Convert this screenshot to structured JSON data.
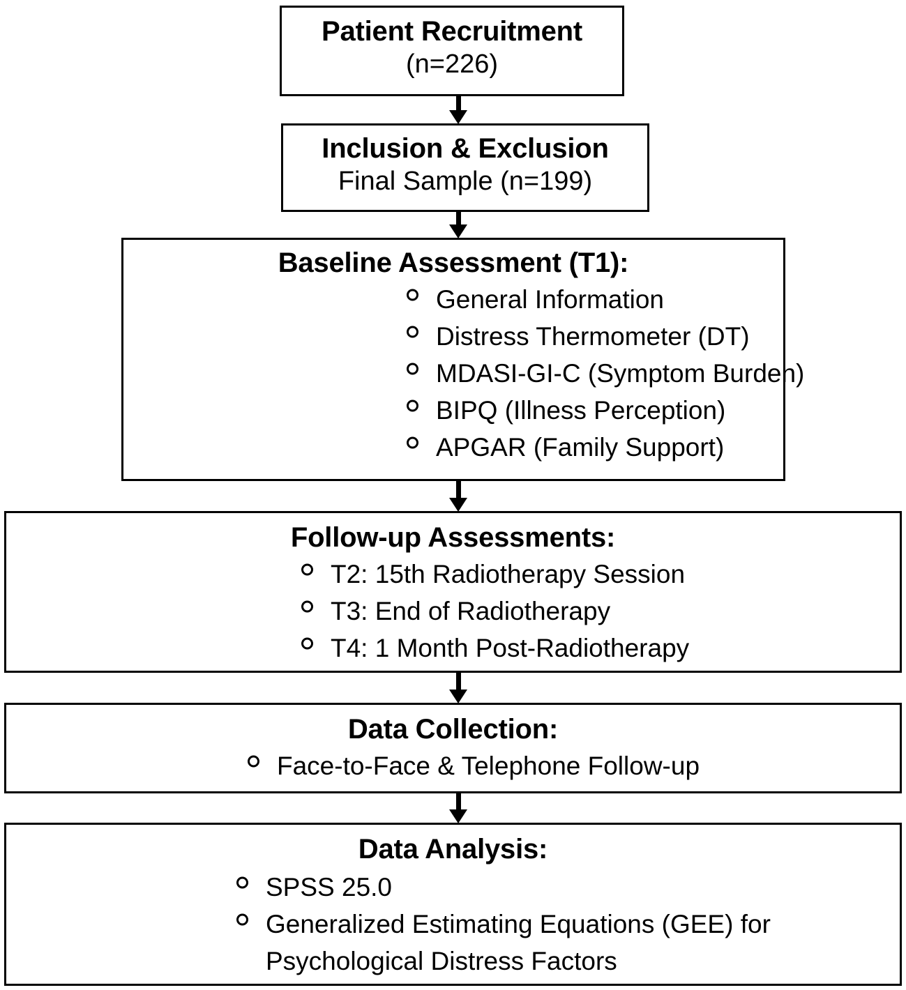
{
  "diagram": {
    "type": "flowchart",
    "orientation": "top-to-bottom",
    "connector": "down-arrow",
    "border_color": "#000000",
    "background_color": "#ffffff",
    "text_color": "#000000",
    "bullet_glyph": "o"
  },
  "nodes": {
    "recruitment": {
      "title": "Patient Recruitment",
      "subtitle": "(n=226)",
      "n": 226
    },
    "inclusion": {
      "title": "Inclusion & Exclusion",
      "subtitle": "Final Sample (n=199)",
      "n": 199
    },
    "baseline": {
      "title": "Baseline Assessment (T1):",
      "items": [
        "General Information",
        "Distress Thermometer (DT)",
        "MDASI-GI-C (Symptom Burden)",
        "BIPQ (Illness Perception)",
        "APGAR (Family Support)"
      ]
    },
    "followup": {
      "title": "Follow-up Assessments:",
      "items": [
        "T2: 15th Radiotherapy Session",
        "T3: End of Radiotherapy",
        "T4: 1 Month Post-Radiotherapy"
      ]
    },
    "collection": {
      "title": "Data Collection:",
      "items": [
        "Face-to-Face & Telephone Follow-up"
      ]
    },
    "analysis": {
      "title": "Data Analysis:",
      "items": [
        "SPSS 25.0",
        "Generalized Estimating Equations (GEE) for Psychological Distress Factors"
      ]
    }
  }
}
